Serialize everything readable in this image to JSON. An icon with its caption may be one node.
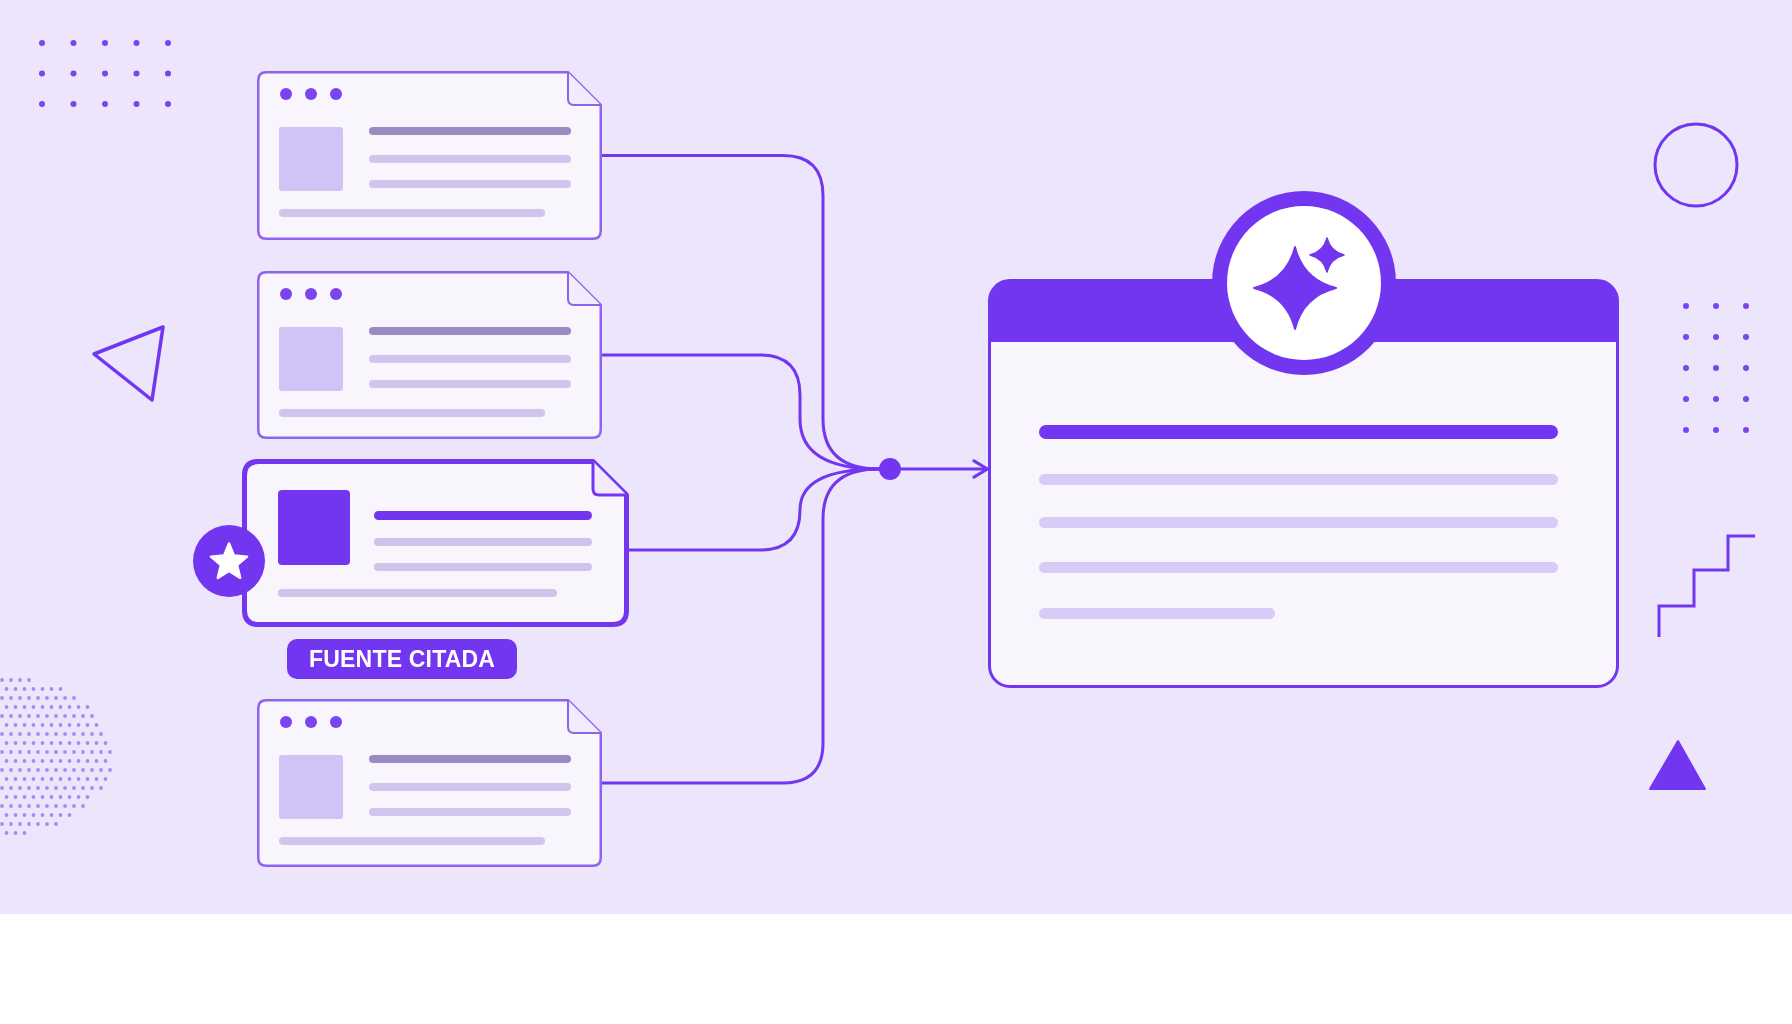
{
  "diagram": {
    "nodes": [
      {
        "text": [],
        "shape": "document"
      },
      {
        "text": [],
        "shape": "document"
      },
      {
        "text": [],
        "shape": "document",
        "beside": [
          "FUENTE CITADA"
        ]
      },
      {
        "text": [],
        "shape": "document"
      },
      {
        "text": [],
        "shape": "circle"
      },
      {
        "text": [],
        "shape": "window"
      }
    ],
    "edges": [
      {
        "from": 0,
        "to": 4,
        "arrow": "none"
      },
      {
        "from": 1,
        "to": 4,
        "arrow": "none"
      },
      {
        "from": 2,
        "to": 4,
        "arrow": "none"
      },
      {
        "from": 3,
        "to": 4,
        "arrow": "none"
      },
      {
        "from": 4,
        "to": 5,
        "arrow": "to"
      }
    ]
  }
}
